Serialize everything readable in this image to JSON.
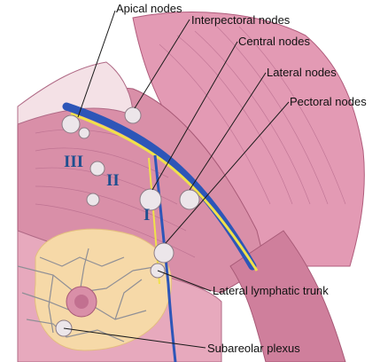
{
  "labels": {
    "apical": "Apical nodes",
    "interpectoral": "Interpectoral nodes",
    "central": "Central nodes",
    "lateral": "Lateral nodes",
    "pectoral": "Pectoral nodes",
    "lateral_trunk": "Lateral lymphatic trunk",
    "subareolar": "Subareolar plexus"
  },
  "levels": {
    "level_1": "I",
    "level_2": "II",
    "level_3": "III"
  },
  "colors": {
    "muscle": "#d98fa8",
    "muscle_dark": "#c6708f",
    "skin": "#f2d5dc",
    "breast": "#f6d9a8",
    "vein": "#2d56b8",
    "nerve": "#f0e14a",
    "node": "#e9e2e6"
  }
}
